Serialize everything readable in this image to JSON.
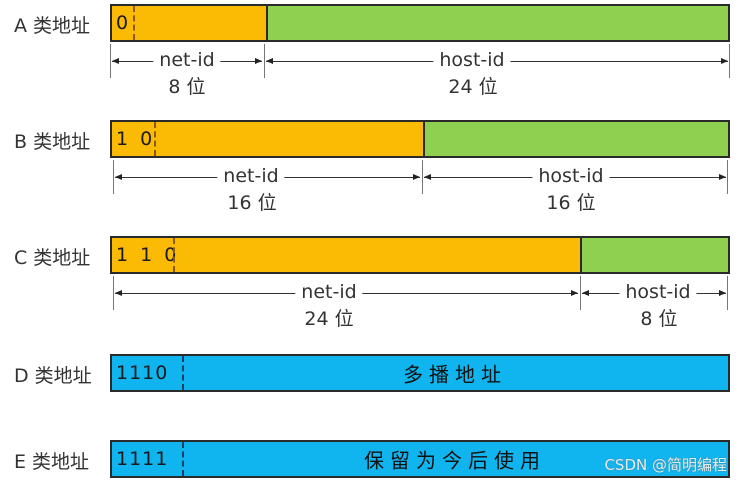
{
  "colors": {
    "net": "#fbbb05",
    "host": "#8ed04f",
    "special": "#10b4ee",
    "border": "#2a2a2a"
  },
  "classes": [
    {
      "label": "A 类地址",
      "prefix": "0",
      "net_label": "net-id",
      "net_bits": "8 位",
      "host_label": "host-id",
      "host_bits": "24 位"
    },
    {
      "label": "B 类地址",
      "prefix": "1 0",
      "net_label": "net-id",
      "net_bits": "16 位",
      "host_label": "host-id",
      "host_bits": "16 位"
    },
    {
      "label": "C 类地址",
      "prefix": "1 1 0",
      "net_label": "net-id",
      "net_bits": "24 位",
      "host_label": "host-id",
      "host_bits": "8 位"
    },
    {
      "label": "D 类地址",
      "prefix": "1110",
      "text": "多播地址"
    },
    {
      "label": "E 类地址",
      "prefix": "1111",
      "text": "保留为今后使用"
    }
  ],
  "watermark": "CSDN @简明编程"
}
